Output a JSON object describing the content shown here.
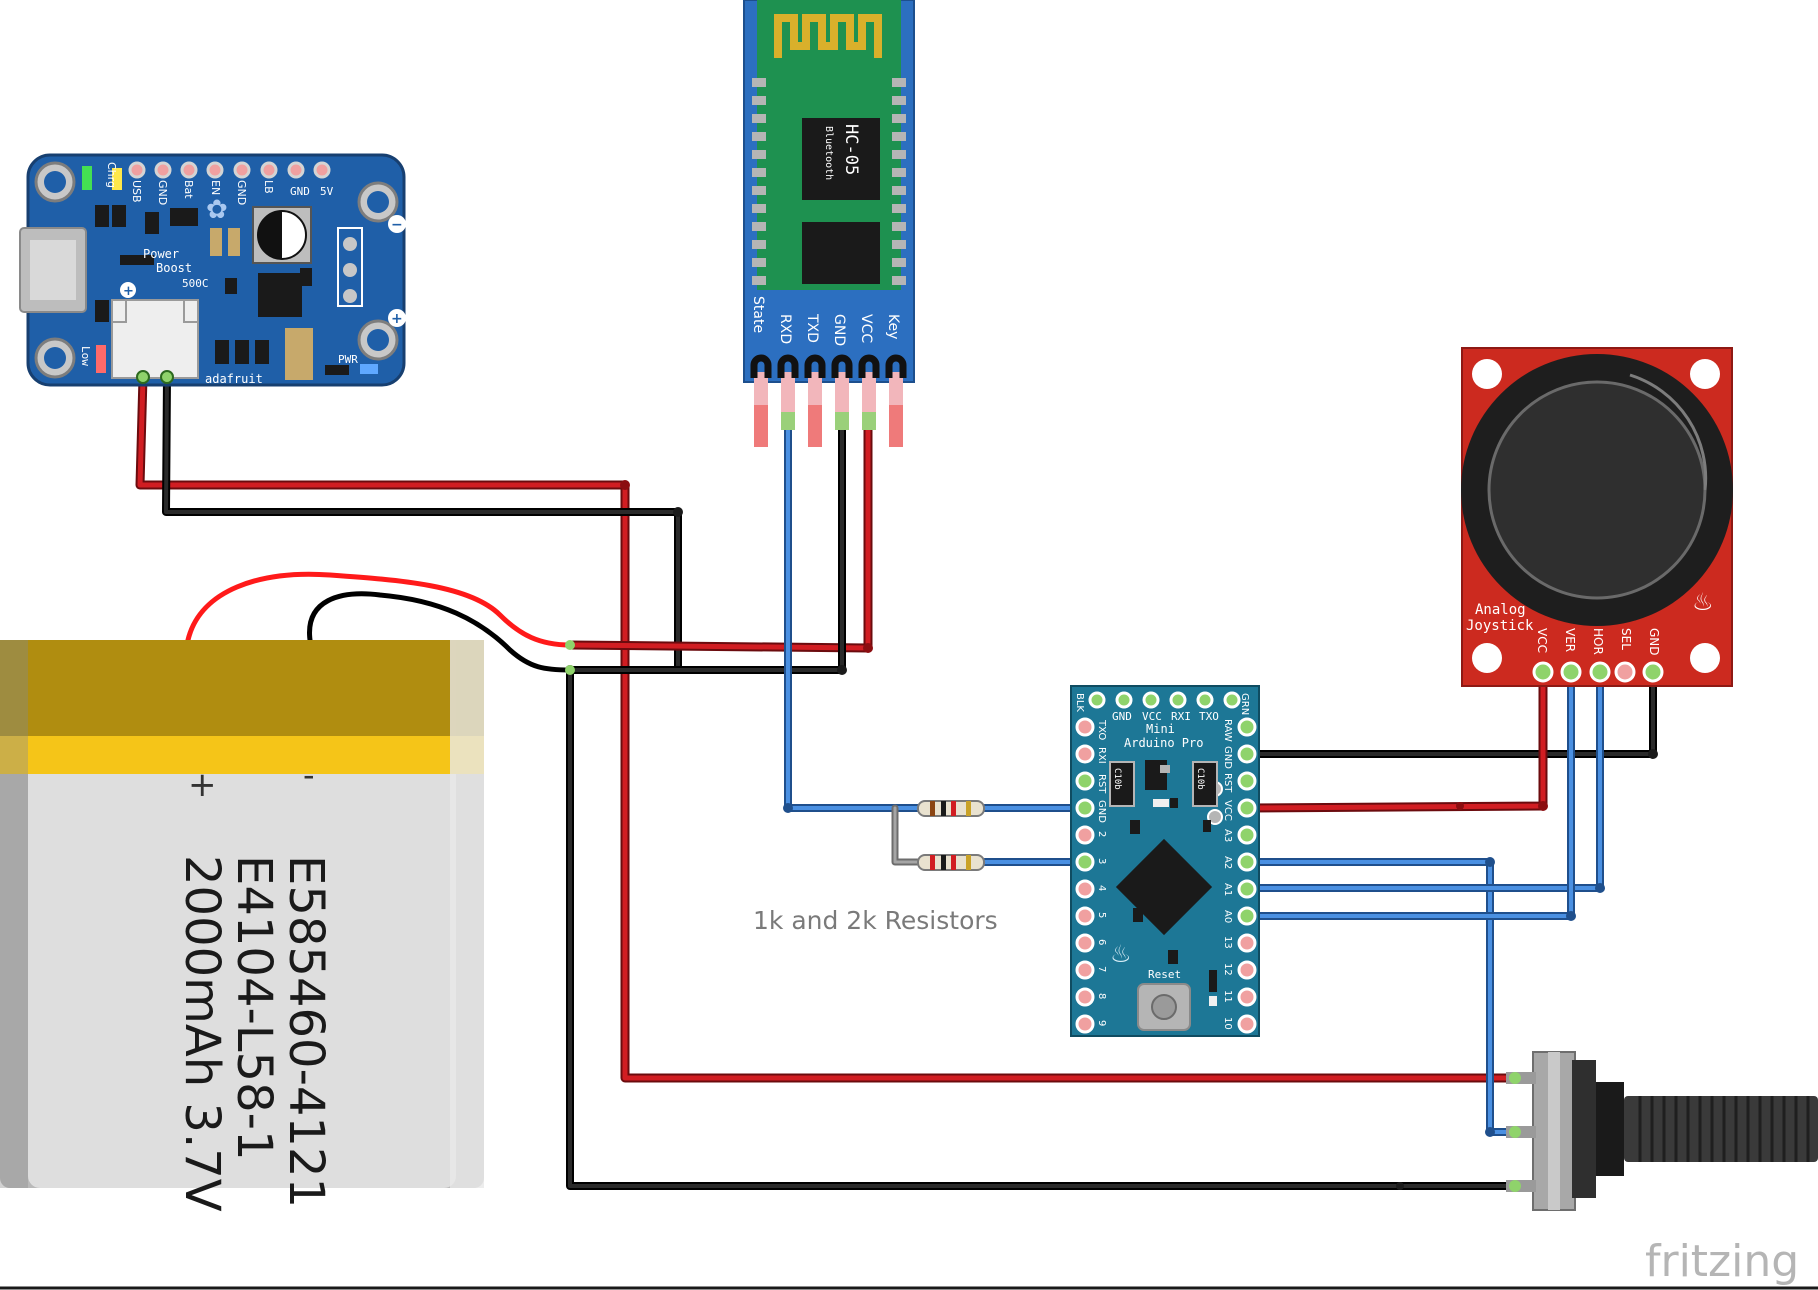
{
  "colors": {
    "wire_red": "#c4161c",
    "wire_black": "#1a1a1a",
    "wire_blue": "#3b7fd0",
    "wire_gray": "#8e8e8e",
    "pcb_blue": "#1f5fa8",
    "pcb_teal": "#1d7796",
    "pcb_green": "#1e8e3e",
    "pcb_red": "#c9201d",
    "battery_gold": "#b08d10",
    "battery_yellow": "#f5c518",
    "battery_silver": "#dcdcdc"
  },
  "powerboost": {
    "pin_labels": [
      "Chrg",
      "USB",
      "GND",
      "Bat",
      "EN",
      "GND",
      "LB",
      "GND",
      "5V"
    ],
    "name_line1": "Power",
    "name_line2": "Boost",
    "model": "500C",
    "brand": "adafruit",
    "low_label": "Low",
    "pwr_label": "PWR",
    "minus": "−",
    "plus": "+"
  },
  "hc05": {
    "chip_line1": "HC-05",
    "chip_line2": "Bluetooth",
    "pins": [
      "State",
      "RXD",
      "TXD",
      "GND",
      "VCC",
      "Key"
    ]
  },
  "joystick": {
    "label_line1": "Analog",
    "label_line2": "Joystick",
    "pins": [
      "VCC",
      "VER",
      "HOR",
      "SEL",
      "GND"
    ]
  },
  "arduino": {
    "top_pins": [
      "BLK",
      "GND",
      "VCC",
      "RXI",
      "TXO",
      "GRN"
    ],
    "title_line1": "Mini",
    "title_line2": "Arduino Pro",
    "left_pins": [
      "TXO",
      "RXI",
      "RST",
      "GND",
      "2",
      "3",
      "4",
      "5",
      "6",
      "7",
      "8",
      "9"
    ],
    "right_pins": [
      "RAW",
      "GND",
      "RST",
      "VCC",
      "A3",
      "A2",
      "A1",
      "A0",
      "13",
      "12",
      "11",
      "10"
    ],
    "reset_label": "Reset",
    "chip_label": "C10b"
  },
  "battery": {
    "plus": "+",
    "minus": "-",
    "line1": "E585460-4121",
    "line2": "E4104-L58-1",
    "line3": "2000mAh 3.7V"
  },
  "resistors_caption": "1k and 2k Resistors",
  "watermark": "fritzing"
}
